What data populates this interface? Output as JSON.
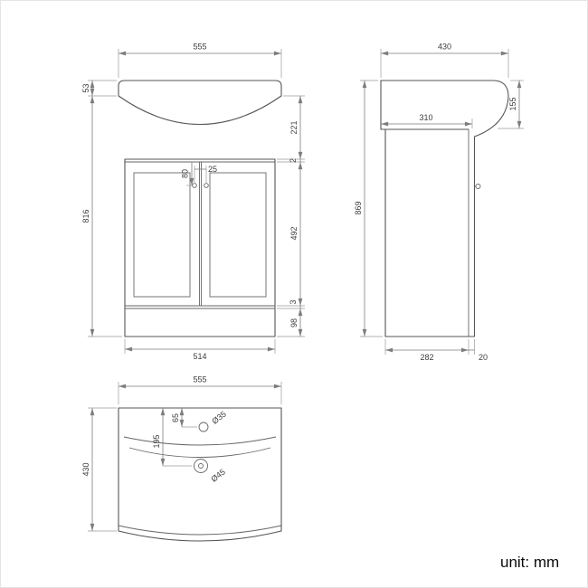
{
  "unit_label": "unit: mm",
  "front_view": {
    "top_width": "555",
    "basin_rim_height": "53",
    "body_height": "816",
    "basin_to_counter": "221",
    "counter_gap": "2",
    "door_height": "492",
    "bottom_gap": "3",
    "plinth_height": "98",
    "bottom_width": "514",
    "handle_drop": "80",
    "handle_spacing": "25"
  },
  "side_view": {
    "top_depth": "430",
    "basin_front_height": "155",
    "counter_depth": "310",
    "total_height": "869",
    "base_depth": "282",
    "door_thickness": "20"
  },
  "top_view": {
    "width": "555",
    "depth": "430",
    "tap_offset": "65",
    "drain_offset": "195",
    "tap_hole_diameter": "Ø35",
    "drain_hole_diameter": "Ø45"
  }
}
